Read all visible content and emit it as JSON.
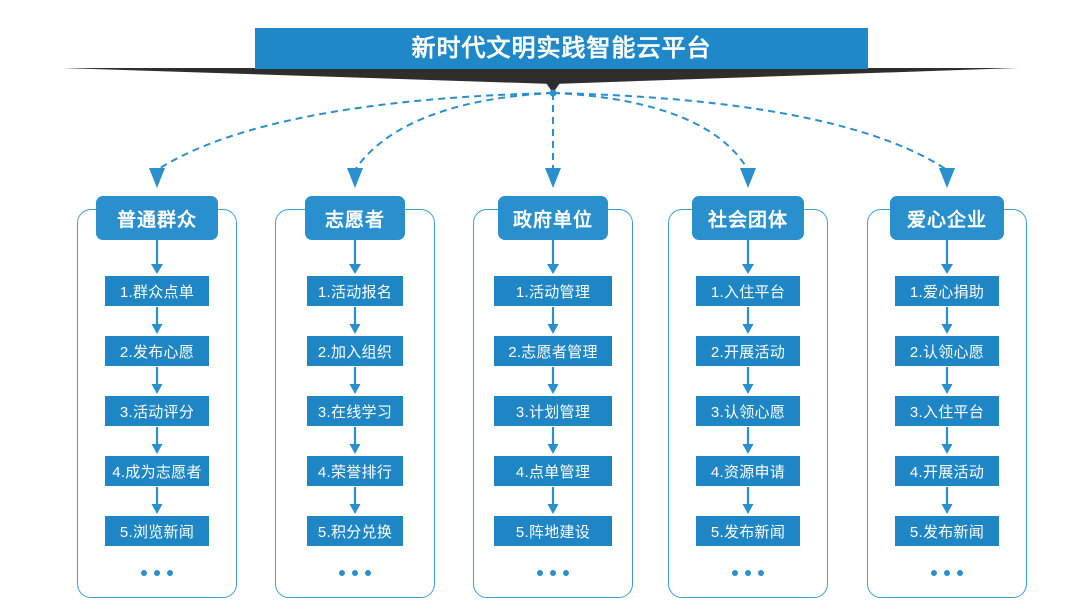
{
  "header": {
    "title": "新时代文明实践智能云平台",
    "banner_color": "#1f88c9",
    "ribbon_color": "#2b2b2b"
  },
  "theme": {
    "chip_blue": "#1f86c6",
    "header_blue": "#2a8fcd",
    "border_blue": "#3d9ed6",
    "arrow_blue": "#2a8fcd",
    "dashed_blue": "#2a8fcd"
  },
  "ellipsis": "...",
  "columns": [
    {
      "title": "普通群众",
      "items": [
        "1.群众点单",
        "2.发布心愿",
        "3.活动评分",
        "4.成为志愿者",
        "5.浏览新闻"
      ]
    },
    {
      "title": "志愿者",
      "items": [
        "1.活动报名",
        "2.加入组织",
        "3.在线学习",
        "4.荣誉排行",
        "5.积分兑换"
      ]
    },
    {
      "title": "政府单位",
      "items": [
        "1.活动管理",
        "2.志愿者管理",
        "3.计划管理",
        "4.点单管理",
        "5.阵地建设"
      ]
    },
    {
      "title": "社会团体",
      "items": [
        "1.入住平台",
        "2.开展活动",
        "3.认领心愿",
        "4.资源申请",
        "5.发布新闻"
      ]
    },
    {
      "title": "爱心企业",
      "items": [
        "1.爱心捐助",
        "2.认领心愿",
        "3.入住平台",
        "4.开展活动",
        "5.发布新闻"
      ]
    }
  ]
}
